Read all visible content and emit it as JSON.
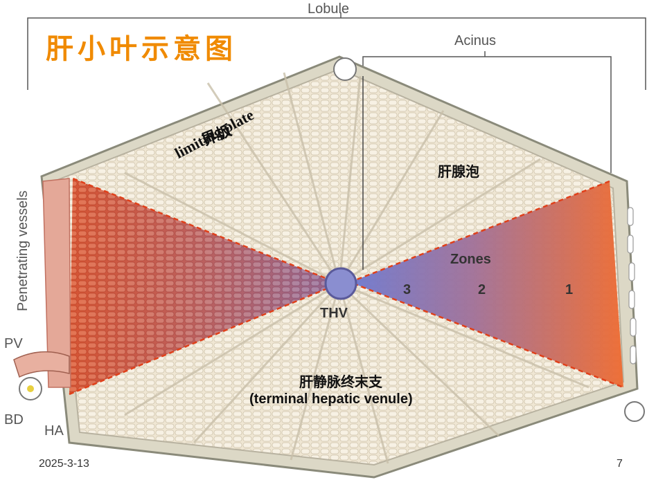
{
  "slide": {
    "title": "肝小叶示意图",
    "date": "2025-3-13",
    "page_number": "7"
  },
  "diagram": {
    "lobule_label": "Lobule",
    "acinus_label": "Acinus",
    "limiting_plate_cn": "界板",
    "limiting_plate_en": "limiting plate",
    "acinus_cn": "肝腺泡",
    "zones_label": "Zones",
    "zone_3": "3",
    "zone_2": "2",
    "zone_1": "1",
    "thv_label": "THV",
    "penetrating_vessels": "Penetrating vessels",
    "pv_label": "PV",
    "bd_label": "BD",
    "ha_label": "HA",
    "terminal_venule_cn": "肝静脉终末支",
    "terminal_venule_en": "(terminal hepatic venule)"
  },
  "colors": {
    "title": "#f08a00",
    "lobule_fill": "#dcd8c8",
    "cord_fill": "#f2ead8",
    "zone_red": "#e8622a",
    "zone_blue": "#7a82c8",
    "boundary_dash": "#e0401a"
  }
}
